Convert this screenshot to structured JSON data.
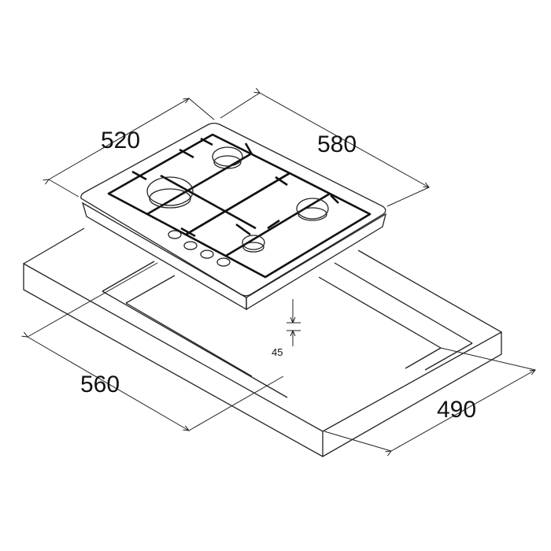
{
  "dimensions": {
    "hob_depth": "520",
    "hob_width": "580",
    "cutout_width": "560",
    "cutout_depth": "490",
    "min_clearance": "45"
  },
  "colors": {
    "line": "#222222",
    "fill": "#ffffff",
    "side": "#e8e8e8"
  }
}
